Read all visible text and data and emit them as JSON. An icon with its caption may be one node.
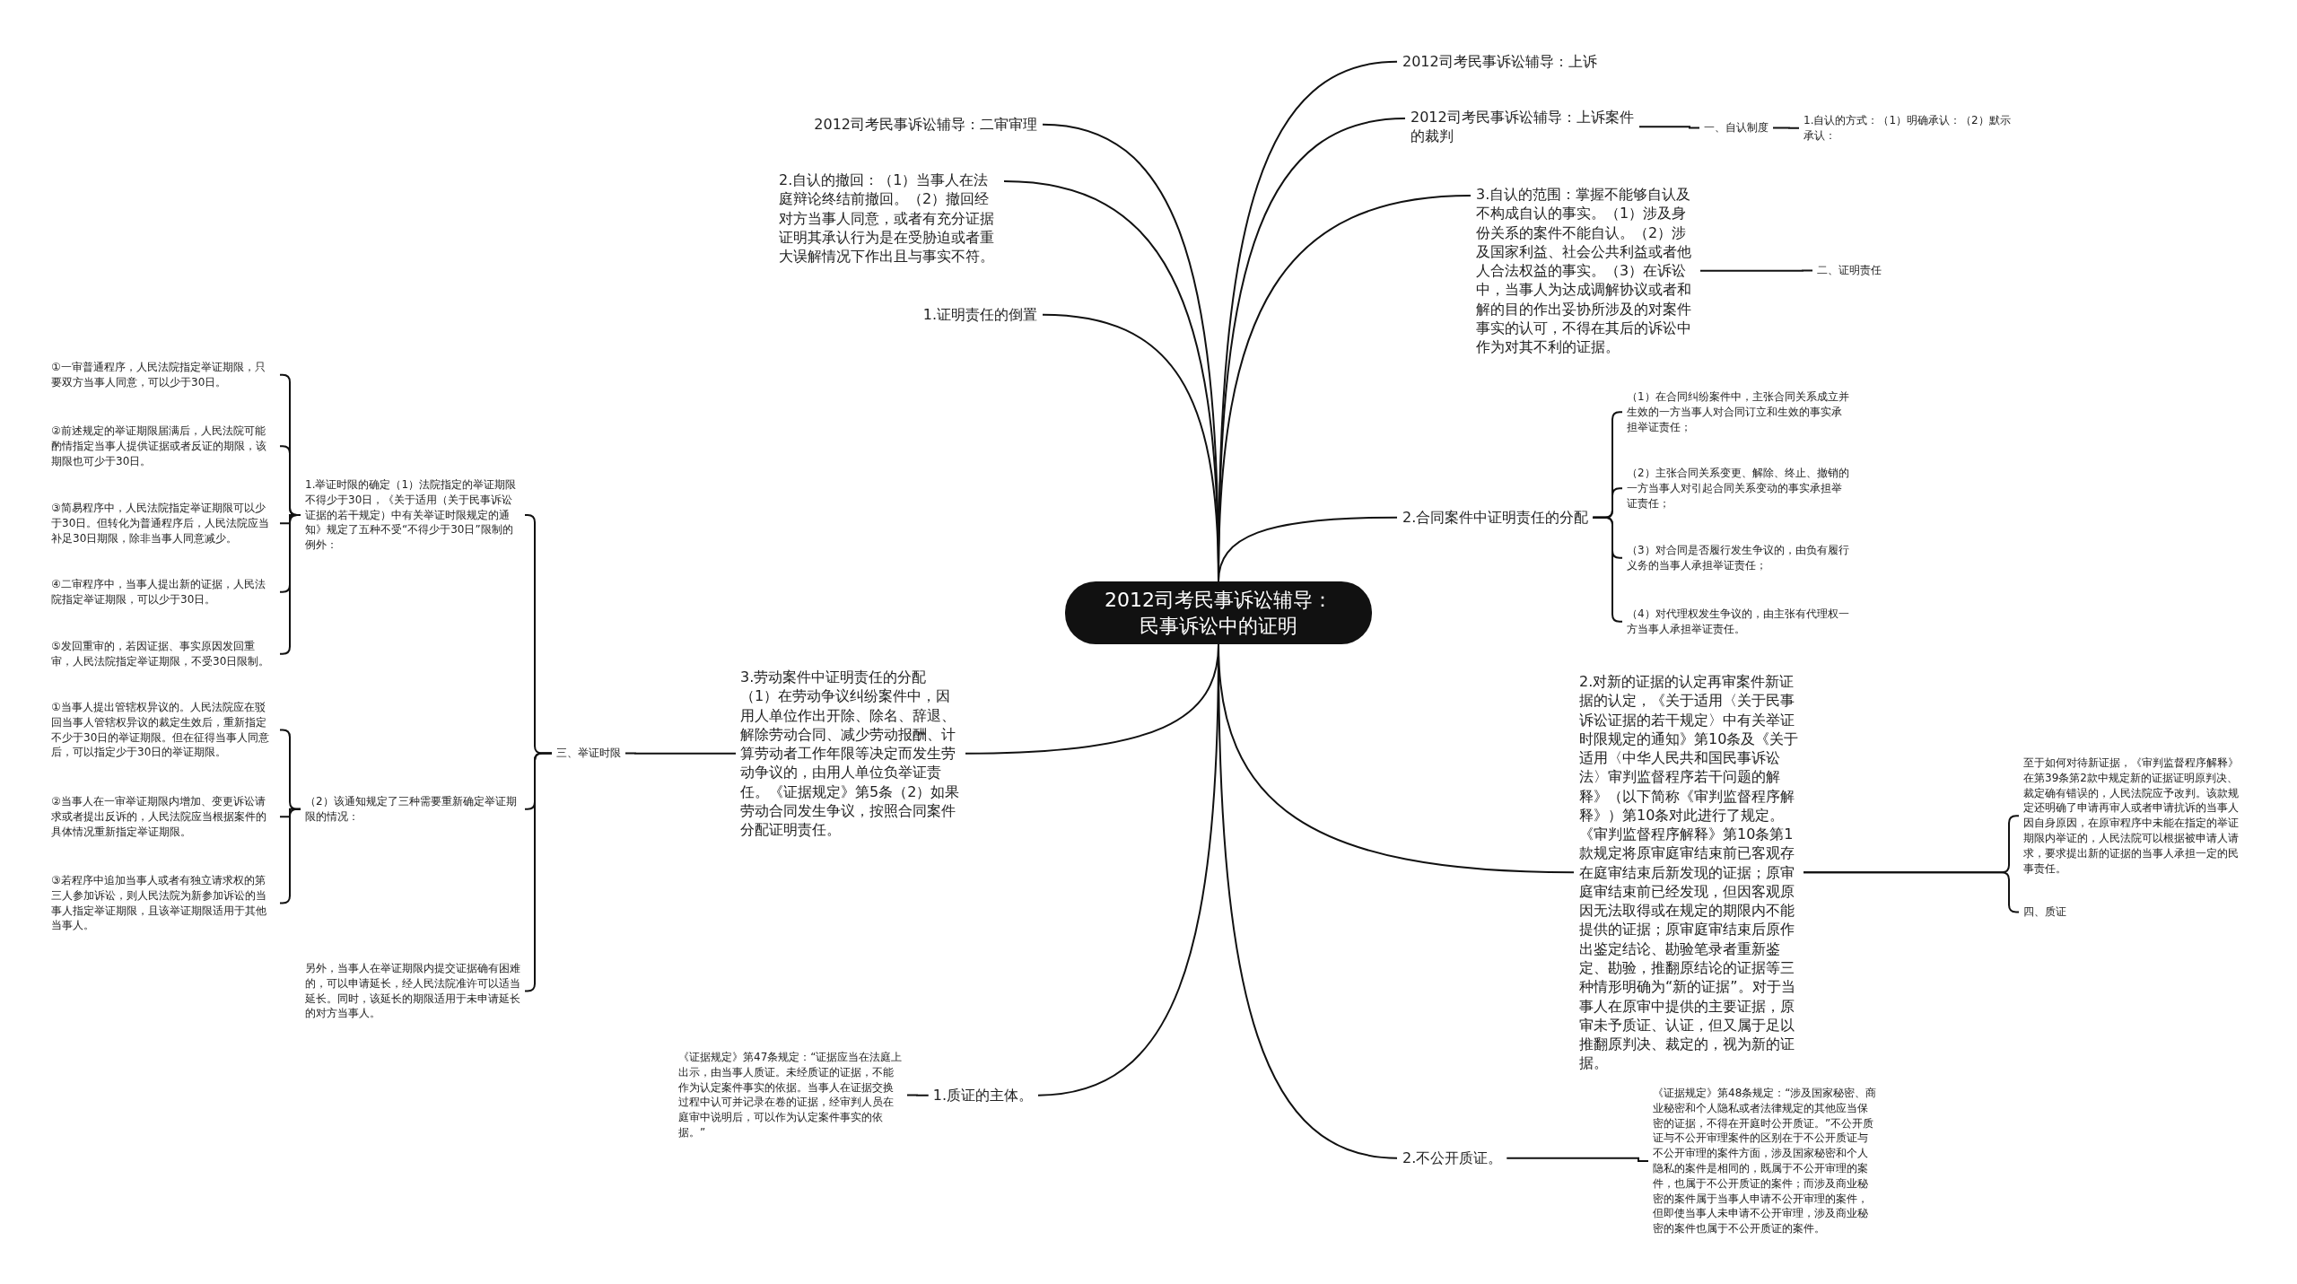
{
  "diagram": {
    "nodes": [
      {
        "text": [
          "2012司考民事诉讼辅导：民事诉讼中的证明"
        ]
      },
      {
        "text": [
          "2012司考民事诉讼辅导：上诉"
        ]
      },
      {
        "text": [
          "2012司考民事诉讼辅导：上诉案件的裁判"
        ]
      },
      {
        "text": [
          "一、自认制度"
        ]
      },
      {
        "text": [
          "1.自认的方式：（1）明确承认：（2）默示承认："
        ]
      },
      {
        "text": [
          "2012司考民事诉讼辅导：二审审理"
        ]
      },
      {
        "text": [
          "2.自认的撤回：（1）当事人在法庭辩论终结前撤回。（2）撤回经对方当事人同意，或者有充分证据证明其承认行为是在受胁迫或者重大误解情况下作出且与事实不符。"
        ]
      },
      {
        "text": [
          "1.证明责任的倒置"
        ]
      },
      {
        "text": [
          "3.自认的范围：掌握不能够自认及不构成自认的事实。（1）涉及身份关系的案件不能自认。（2）涉及国家利益、社会公共利益或者他人合法权益的事实。（3）在诉讼中，当事人为达成调解协议或者和解的目的作出妥协所涉及的对案件事实的认可，不得在其后的诉讼中作为对其不利的证据。"
        ]
      },
      {
        "text": [
          "二、证明责任"
        ]
      },
      {
        "text": [
          "2.合同案件中证明责任的分配"
        ]
      },
      {
        "text": [
          "（1）在合同纠纷案件中，主张合同关系成立并生效的一方当事人对合同订立和生效的事实承担举证责任；"
        ]
      },
      {
        "text": [
          "（2）主张合同关系变更、解除、终止、撤销的一方当事人对引起合同关系变动的事实承担举证责任；"
        ]
      },
      {
        "text": [
          "（3）对合同是否履行发生争议的，由负有履行义务的当事人承担举证责任；"
        ]
      },
      {
        "text": [
          "（4）对代理权发生争议的，由主张有代理权一方当事人承担举证责任。"
        ]
      },
      {
        "text": [
          "3.劳动案件中证明责任的分配（1）在劳动争议纠纷案件中，因用人单位作出开除、除名、辞退、解除劳动合同、减少劳动报酬、计算劳动者工作年限等决定而发生劳动争议的，由用人单位负举证责任。《证据规定》第5条（2）如果劳动合同发生争议，按照合同案件分配证明责任。"
        ]
      },
      {
        "text": [
          "三、举证时限"
        ]
      },
      {
        "text": [
          "1.举证时限的确定（1）法院指定的举证期限不得少于30日，《关于适用（关于民事诉讼证据的若干规定）中有关举证时限规定的通知》规定了五种不受“不得少于30日”限制的例外："
        ]
      },
      {
        "text": [
          "①一审普通程序，人民法院指定举证期限，只要双方当事人同意，可以少于30日。"
        ]
      },
      {
        "text": [
          "②前述规定的举证期限届满后，人民法院可能酌情指定当事人提供证据或者反证的期限，该期限也可少于30日。"
        ]
      },
      {
        "text": [
          "③简易程序中，人民法院指定举证期限可以少于30日。但转化为普通程序后，人民法院应当补足30日期限，除非当事人同意减少。"
        ]
      },
      {
        "text": [
          "④二审程序中，当事人提出新的证据，人民法院指定举证期限，可以少于30日。"
        ]
      },
      {
        "text": [
          "⑤发回重审的，若因证据、事实原因发回重审，人民法院指定举证期限，不受30日限制。"
        ]
      },
      {
        "text": [
          "（2）该通知规定了三种需要重新确定举证期限的情况："
        ]
      },
      {
        "text": [
          "①当事人提出管辖权异议的。人民法院应在驳回当事人管辖权异议的裁定生效后，重新指定不少于30日的举证期限。但在征得当事人同意后，可以指定少于30日的举证期限。"
        ]
      },
      {
        "text": [
          "②当事人在一审举证期限内增加、变更诉讼请求或者提出反诉的，人民法院应当根据案件的具体情况重新指定举证期限。"
        ]
      },
      {
        "text": [
          "③若程序中追加当事人或者有独立请求权的第三人参加诉讼，则人民法院为新参加诉讼的当事人指定举证期限，且该举证期限适用于其他当事人。"
        ]
      },
      {
        "text": [
          "另外，当事人在举证期限内提交证据确有困难的，可以申请延长，经人民法院准许可以适当延长。同时，该延长的期限适用于未申请延长的对方当事人。"
        ]
      },
      {
        "text": [
          "2.对新的证据的认定再审案件新证据的认定，《关于适用〈关于民事诉讼证据的若干规定〉中有关举证时限规定的通知》第10条及《关于适用〈中华人民共和国民事诉讼法〉审判监督程序若干问题的解释》（以下简称《审判监督程序解释》）第10条对此进行了规定。《审判监督程序解释》第10条第1款规定将原审庭审结束前已客观存在庭审结束后新发现的证据；原审庭审结束前已经发现，但因客观原因无法取得或在规定的期限内不能提供的证据；原审庭审结束后原作出鉴定结论、勘验笔录者重新鉴定、勘验，推翻原结论的证据等三种情形明确为“新的证据”。对于当事人在原审中提供的主要证据，原审未予质证、认证，但又属于足以推翻原判决、裁定的，视为新的证据。"
        ]
      },
      {
        "text": [
          "至于如何对待新证据，《审判监督程序解释》在第39条第2款中规定新的证据证明原判决、裁定确有错误的，人民法院应予改判。该款规定还明确了申请再审人或者申请抗诉的当事人因自身原因，在原审程序中未能在指定的举证期限内举证的，人民法院可以根据被申请人请求，要求提出新的证据的当事人承担一定的民事责任。"
        ]
      },
      {
        "text": [
          "四、质证"
        ]
      },
      {
        "text": [
          "1.质证的主体。"
        ]
      },
      {
        "text": [
          "《证据规定》第47条规定：“证据应当在法庭上出示，由当事人质证。未经质证的证据，不能作为认定案件事实的依据。当事人在证据交换过程中认可并记录在卷的证据，经审判人员在庭审中说明后，可以作为认定案件事实的依据。”"
        ]
      },
      {
        "text": [
          "2.不公开质证。"
        ]
      },
      {
        "text": [
          "《证据规定》第48条规定：“涉及国家秘密、商业秘密和个人隐私或者法律规定的其他应当保密的证据，不得在开庭时公开质证。”不公开质证与不公开审理案件的区别在于不公开质证与不公开审理的案件方面，涉及国家秘密和个人隐私的案件是相同的，既属于不公开审理的案件，也属于不公开质证的案件；而涉及商业秘密的案件属于当事人申请不公开审理的案件，但即使当事人未申请不公开审理，涉及商业秘密的案件也属于不公开质证的案件。"
        ]
      }
    ],
    "edges": [
      {
        "from": 0,
        "to": 1,
        "arrow": "none"
      },
      {
        "from": 0,
        "to": 2,
        "arrow": "none"
      },
      {
        "from": 2,
        "to": 3,
        "arrow": "none"
      },
      {
        "from": 3,
        "to": 4,
        "arrow": "none"
      },
      {
        "from": 0,
        "to": 5,
        "arrow": "none"
      },
      {
        "from": 0,
        "to": 6,
        "arrow": "none"
      },
      {
        "from": 0,
        "to": 7,
        "arrow": "none"
      },
      {
        "from": 0,
        "to": 8,
        "arrow": "none"
      },
      {
        "from": 8,
        "to": 9,
        "arrow": "none"
      },
      {
        "from": 0,
        "to": 10,
        "arrow": "none"
      },
      {
        "from": 10,
        "to": 11,
        "arrow": "none"
      },
      {
        "from": 10,
        "to": 12,
        "arrow": "none"
      },
      {
        "from": 10,
        "to": 13,
        "arrow": "none"
      },
      {
        "from": 10,
        "to": 14,
        "arrow": "none"
      },
      {
        "from": 0,
        "to": 15,
        "arrow": "none"
      },
      {
        "from": 15,
        "to": 16,
        "arrow": "none"
      },
      {
        "from": 16,
        "to": 17,
        "arrow": "none"
      },
      {
        "from": 17,
        "to": 18,
        "arrow": "none"
      },
      {
        "from": 17,
        "to": 19,
        "arrow": "none"
      },
      {
        "from": 17,
        "to": 20,
        "arrow": "none"
      },
      {
        "from": 17,
        "to": 21,
        "arrow": "none"
      },
      {
        "from": 17,
        "to": 22,
        "arrow": "none"
      },
      {
        "from": 16,
        "to": 23,
        "arrow": "none"
      },
      {
        "from": 23,
        "to": 24,
        "arrow": "none"
      },
      {
        "from": 23,
        "to": 25,
        "arrow": "none"
      },
      {
        "from": 23,
        "to": 26,
        "arrow": "none"
      },
      {
        "from": 16,
        "to": 27,
        "arrow": "none"
      },
      {
        "from": 0,
        "to": 28,
        "arrow": "none"
      },
      {
        "from": 28,
        "to": 29,
        "arrow": "none"
      },
      {
        "from": 28,
        "to": 30,
        "arrow": "none"
      },
      {
        "from": 0,
        "to": 31,
        "arrow": "none"
      },
      {
        "from": 31,
        "to": 32,
        "arrow": "none"
      },
      {
        "from": 0,
        "to": 33,
        "arrow": "none"
      },
      {
        "from": 33,
        "to": 34,
        "arrow": "none"
      }
    ]
  }
}
